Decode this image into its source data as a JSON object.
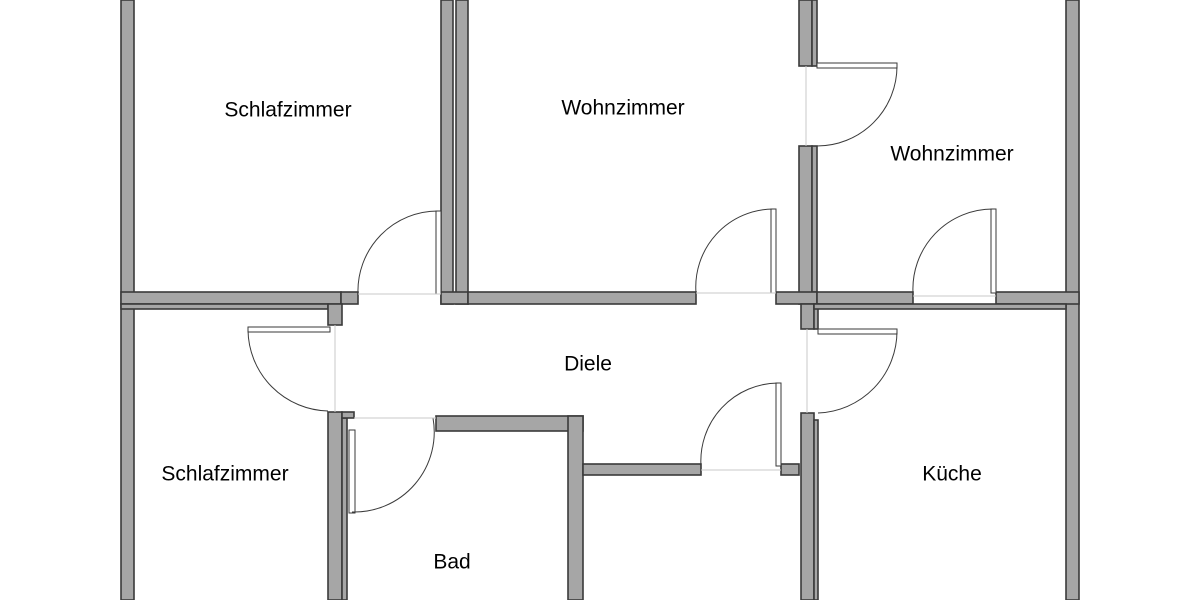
{
  "floor_plan": {
    "rooms": [
      {
        "id": "schlafzimmer-oben",
        "label": "Schlafzimmer"
      },
      {
        "id": "wohnzimmer-mitte",
        "label": "Wohnzimmer"
      },
      {
        "id": "wohnzimmer-rechts",
        "label": "Wohnzimmer"
      },
      {
        "id": "diele",
        "label": "Diele"
      },
      {
        "id": "schlafzimmer-unten",
        "label": "Schlafzimmer"
      },
      {
        "id": "bad",
        "label": "Bad"
      },
      {
        "id": "kueche",
        "label": "Küche"
      }
    ],
    "colors": {
      "wall_fill": "#a6a6a6",
      "wall_outline": "#3a3a3a",
      "background": "#ffffff",
      "text": "#000000"
    }
  }
}
